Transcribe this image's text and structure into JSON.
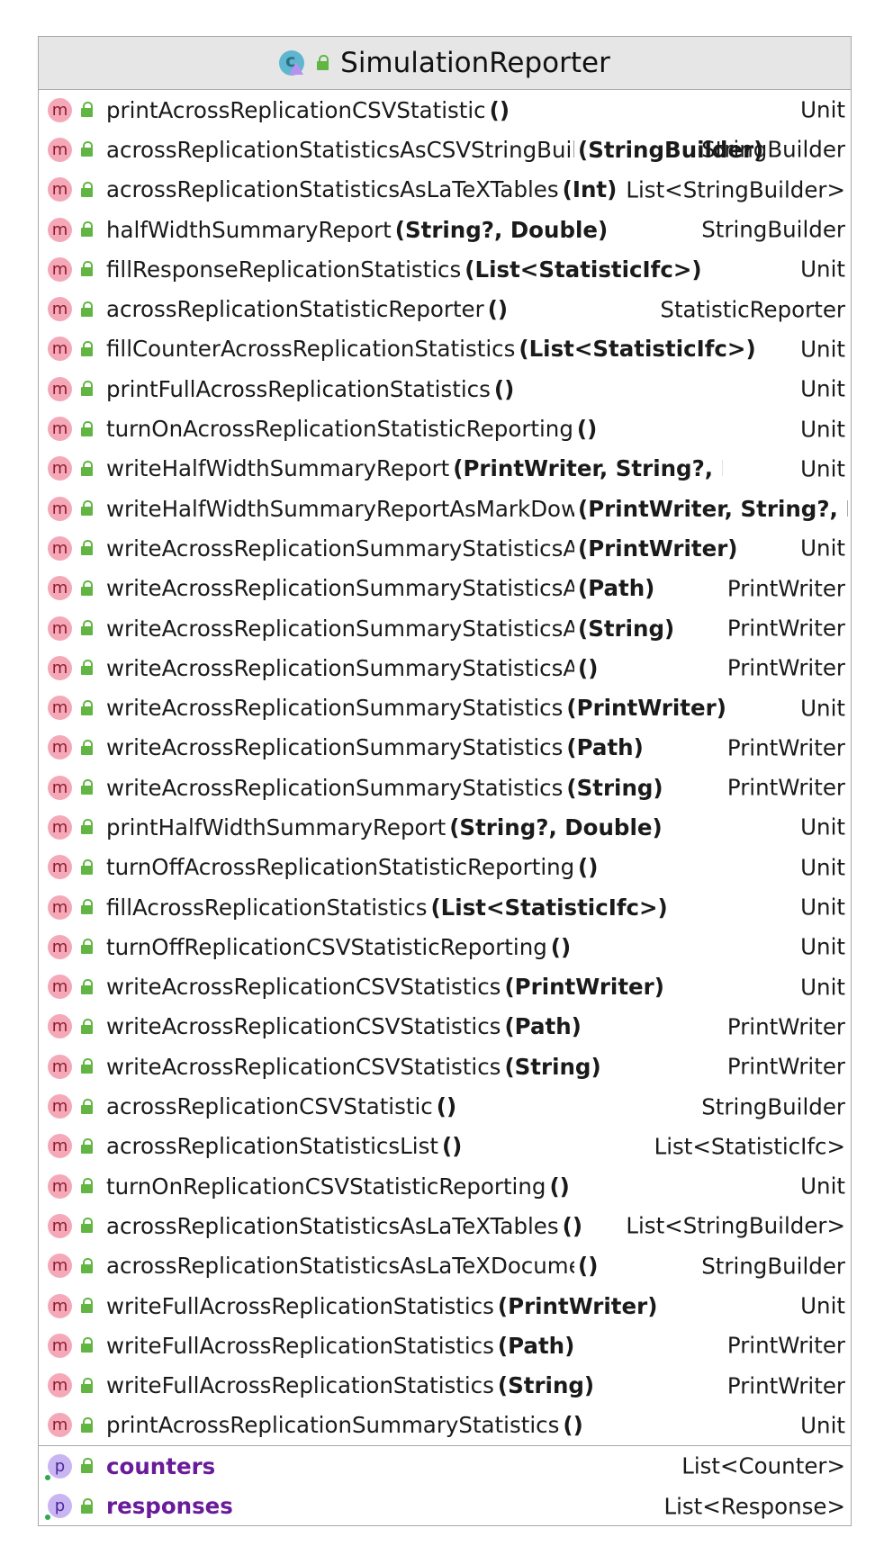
{
  "class_name": "SimulationReporter",
  "methods": [
    {
      "name": "printAcrossReplicationCSVStatistic",
      "params": "()",
      "ret": "Unit"
    },
    {
      "name": "acrossReplicationStatisticsAsCSVStringBuilder",
      "params": "(StringBuilder)",
      "ret": "StringBuilder"
    },
    {
      "name": "acrossReplicationStatisticsAsLaTeXTables",
      "params": "(Int)",
      "ret": "List<StringBuilder>"
    },
    {
      "name": "halfWidthSummaryReport",
      "params": "(String?, Double)",
      "ret": "StringBuilder"
    },
    {
      "name": "fillResponseReplicationStatistics",
      "params": "(List<StatisticIfc>)",
      "ret": "Unit"
    },
    {
      "name": "acrossReplicationStatisticReporter",
      "params": "()",
      "ret": "StatisticReporter"
    },
    {
      "name": "fillCounterAcrossReplicationStatistics",
      "params": "(List<StatisticIfc>)",
      "ret": "Unit"
    },
    {
      "name": "printFullAcrossReplicationStatistics",
      "params": "()",
      "ret": "Unit"
    },
    {
      "name": "turnOnAcrossReplicationStatisticReporting",
      "params": "()",
      "ret": "Unit"
    },
    {
      "name": "writeHalfWidthSummaryReport",
      "params": "(PrintWriter, String?, Double)",
      "ret": "Unit"
    },
    {
      "name": "writeHalfWidthSummaryReportAsMarkDown",
      "params": "(PrintWriter, String?, Double)",
      "ret": ""
    },
    {
      "name": "writeAcrossReplicationSummaryStatisticsAsLaTeX",
      "params": "(PrintWriter)",
      "ret": "Unit"
    },
    {
      "name": "writeAcrossReplicationSummaryStatisticsAsLaTeX",
      "params": "(Path)",
      "ret": "PrintWriter"
    },
    {
      "name": "writeAcrossReplicationSummaryStatisticsAsLaTeX",
      "params": "(String)",
      "ret": "PrintWriter"
    },
    {
      "name": "writeAcrossReplicationSummaryStatisticsAsLaTeX",
      "params": "()",
      "ret": "PrintWriter"
    },
    {
      "name": "writeAcrossReplicationSummaryStatistics",
      "params": "(PrintWriter)",
      "ret": "Unit"
    },
    {
      "name": "writeAcrossReplicationSummaryStatistics",
      "params": "(Path)",
      "ret": "PrintWriter"
    },
    {
      "name": "writeAcrossReplicationSummaryStatistics",
      "params": "(String)",
      "ret": "PrintWriter"
    },
    {
      "name": "printHalfWidthSummaryReport",
      "params": "(String?, Double)",
      "ret": "Unit"
    },
    {
      "name": "turnOffAcrossReplicationStatisticReporting",
      "params": "()",
      "ret": "Unit"
    },
    {
      "name": "fillAcrossReplicationStatistics",
      "params": "(List<StatisticIfc>)",
      "ret": "Unit"
    },
    {
      "name": "turnOffReplicationCSVStatisticReporting",
      "params": "()",
      "ret": "Unit"
    },
    {
      "name": "writeAcrossReplicationCSVStatistics",
      "params": "(PrintWriter)",
      "ret": "Unit"
    },
    {
      "name": "writeAcrossReplicationCSVStatistics",
      "params": "(Path)",
      "ret": "PrintWriter"
    },
    {
      "name": "writeAcrossReplicationCSVStatistics",
      "params": "(String)",
      "ret": "PrintWriter"
    },
    {
      "name": "acrossReplicationCSVStatistic",
      "params": "()",
      "ret": "StringBuilder"
    },
    {
      "name": "acrossReplicationStatisticsList",
      "params": "()",
      "ret": "List<StatisticIfc>"
    },
    {
      "name": "turnOnReplicationCSVStatisticReporting",
      "params": "()",
      "ret": "Unit"
    },
    {
      "name": "acrossReplicationStatisticsAsLaTeXTables",
      "params": "()",
      "ret": "List<StringBuilder>"
    },
    {
      "name": "acrossReplicationStatisticsAsLaTeXDocument",
      "params": "()",
      "ret": "StringBuilder"
    },
    {
      "name": "writeFullAcrossReplicationStatistics",
      "params": "(PrintWriter)",
      "ret": "Unit"
    },
    {
      "name": "writeFullAcrossReplicationStatistics",
      "params": "(Path)",
      "ret": "PrintWriter"
    },
    {
      "name": "writeFullAcrossReplicationStatistics",
      "params": "(String)",
      "ret": "PrintWriter"
    },
    {
      "name": "printAcrossReplicationSummaryStatistics",
      "params": "()",
      "ret": "Unit"
    }
  ],
  "properties": [
    {
      "name": "counters",
      "ret": "List<Counter>"
    },
    {
      "name": "responses",
      "ret": "List<Response>"
    }
  ],
  "badges": {
    "method": "m",
    "property": "p"
  }
}
